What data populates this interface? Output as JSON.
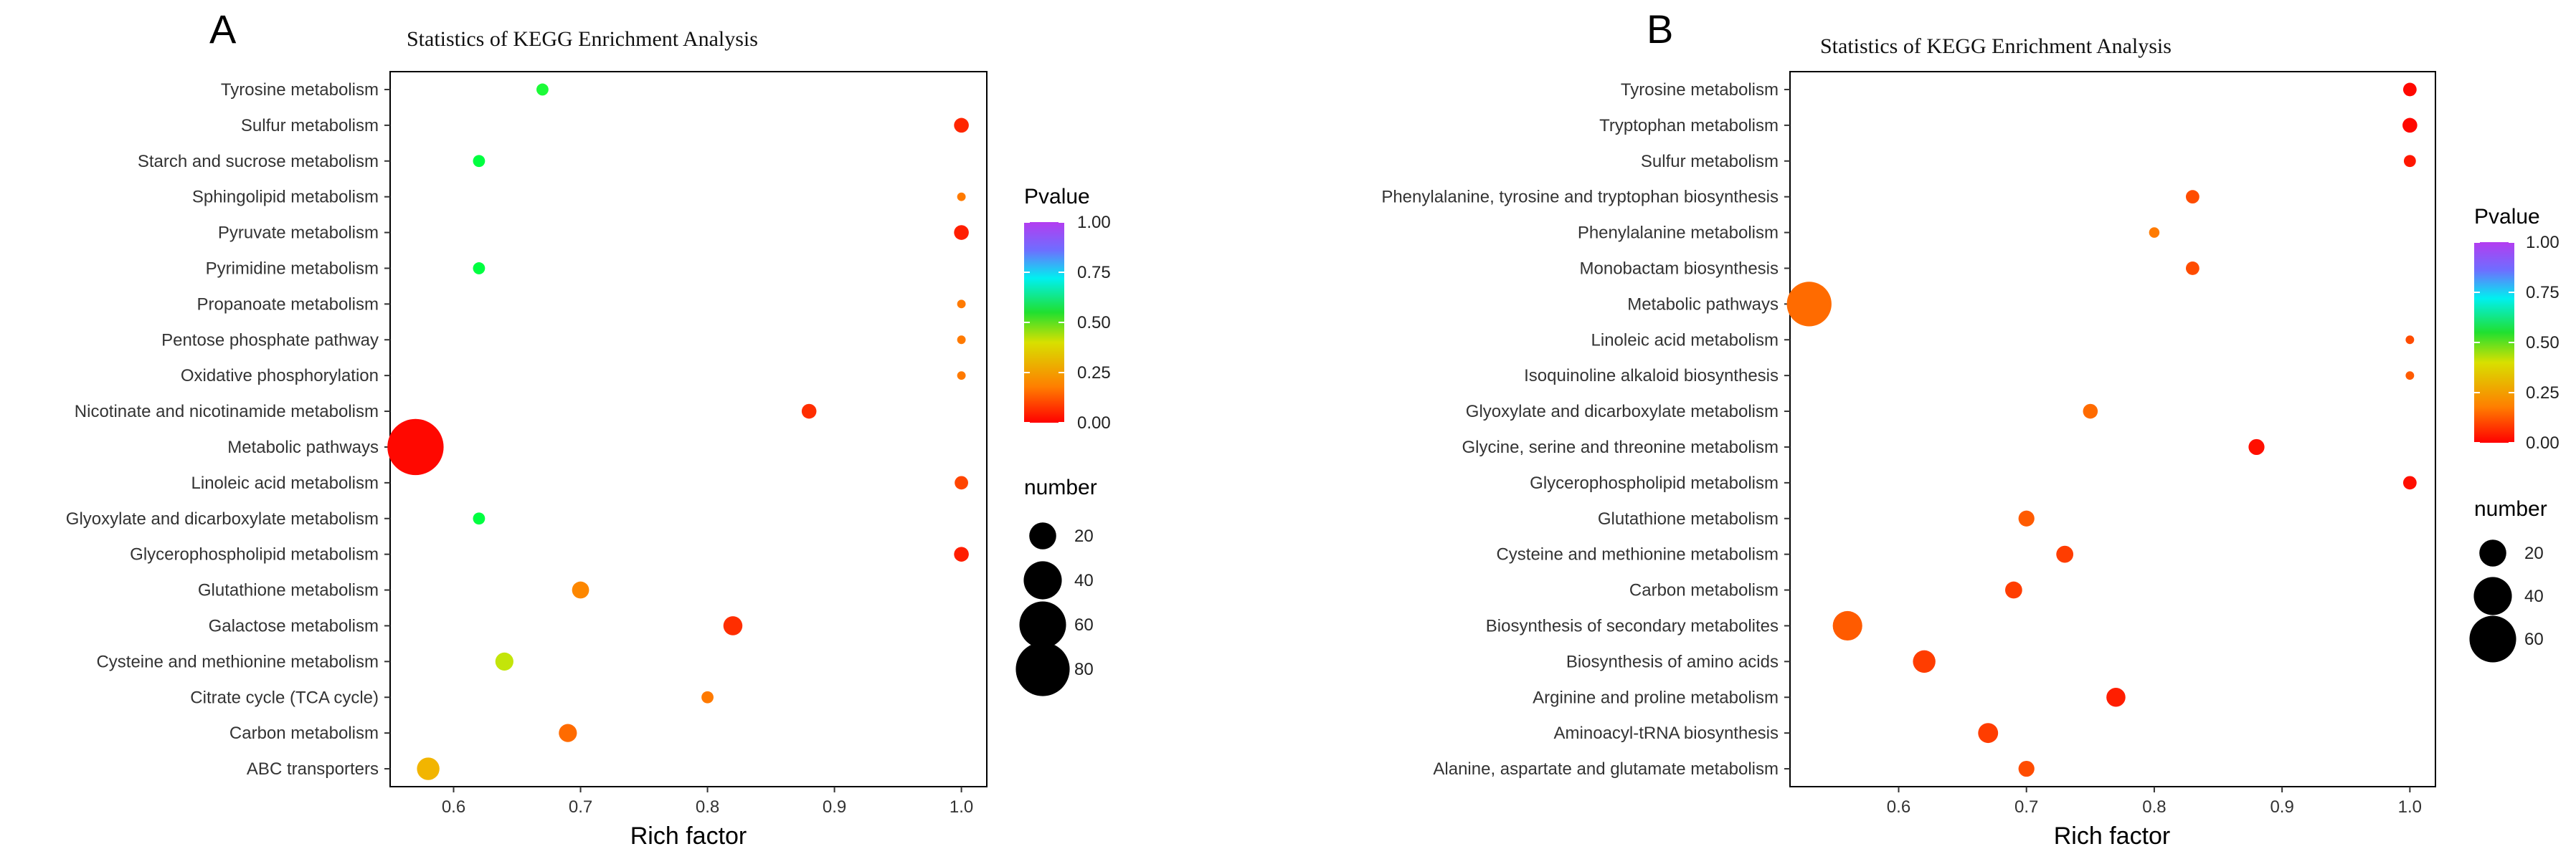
{
  "panel_labels": [
    "A",
    "B"
  ],
  "legend": {
    "pvalue_title": "Pvalue",
    "pvalue_ticks": [
      "1.00",
      "0.75",
      "0.50",
      "0.25",
      "0.00"
    ],
    "number_title": "number"
  },
  "chart_data": [
    {
      "type": "scatter",
      "title": "Statistics of KEGG Enrichment Analysis",
      "xlabel": "Rich factor",
      "ylabel": "",
      "xlim": [
        0.55,
        1.02
      ],
      "xticks": [
        "0.6",
        "0.7",
        "0.8",
        "0.9",
        "1.0"
      ],
      "grid": false,
      "color_scale": [
        "#FF0000",
        "#FF7F00",
        "#E8E000",
        "#00FF40",
        "#00FFFF",
        "#6E6EFF",
        "#B43CF0"
      ],
      "size_legend": [
        20,
        40,
        60,
        80
      ],
      "categories": [
        "Tyrosine metabolism",
        "Sulfur metabolism",
        "Starch and sucrose metabolism",
        "Sphingolipid metabolism",
        "Pyruvate metabolism",
        "Pyrimidine metabolism",
        "Propanoate metabolism",
        "Pentose phosphate pathway",
        "Oxidative phosphorylation",
        "Nicotinate and nicotinamide metabolism",
        "Metabolic pathways",
        "Linoleic acid metabolism",
        "Glyoxylate and dicarboxylate metabolism",
        "Glycerophospholipid metabolism",
        "Glutathione metabolism",
        "Galactose metabolism",
        "Cysteine and methionine metabolism",
        "Citrate cycle (TCA cycle)",
        "Carbon metabolism",
        "ABC transporters"
      ],
      "rich_factor": [
        0.67,
        1.0,
        0.62,
        1.0,
        1.0,
        0.62,
        1.0,
        1.0,
        1.0,
        0.88,
        0.57,
        1.0,
        0.62,
        1.0,
        0.7,
        0.82,
        0.64,
        0.8,
        0.69,
        0.58
      ],
      "pvalue": [
        0.48,
        0.05,
        0.5,
        0.16,
        0.04,
        0.5,
        0.16,
        0.16,
        0.16,
        0.06,
        0.01,
        0.09,
        0.5,
        0.04,
        0.18,
        0.06,
        0.36,
        0.16,
        0.14,
        0.26
      ],
      "number": [
        4,
        6,
        4,
        2,
        6,
        4,
        2,
        2,
        2,
        6,
        87,
        5,
        4,
        6,
        8,
        10,
        9,
        4,
        9,
        14
      ]
    },
    {
      "type": "scatter",
      "title": "Statistics of KEGG Enrichment Analysis",
      "xlabel": "Rich factor",
      "ylabel": "",
      "xlim": [
        0.515,
        1.02
      ],
      "xticks": [
        "0.6",
        "0.7",
        "0.8",
        "0.9",
        "1.0"
      ],
      "grid": false,
      "color_scale": [
        "#FF0000",
        "#FF7F00",
        "#E8E000",
        "#00FF40",
        "#00FFFF",
        "#6E6EFF",
        "#B43CF0"
      ],
      "size_legend": [
        20,
        40,
        60
      ],
      "categories": [
        "Tyrosine metabolism",
        "Tryptophan metabolism",
        "Sulfur metabolism",
        "Phenylalanine, tyrosine and tryptophan biosynthesis",
        "Phenylalanine metabolism",
        "Monobactam biosynthesis",
        "Metabolic pathways",
        "Linoleic acid metabolism",
        "Isoquinoline alkaloid biosynthesis",
        "Glyoxylate and dicarboxylate metabolism",
        "Glycine, serine and threonine metabolism",
        "Glycerophospholipid metabolism",
        "Glutathione metabolism",
        "Cysteine and methionine metabolism",
        "Carbon metabolism",
        "Biosynthesis of secondary metabolites",
        "Biosynthesis of amino acids",
        "Arginine and proline metabolism",
        "Aminoacyl-tRNA biosynthesis",
        "Alanine, aspartate and glutamate metabolism"
      ],
      "rich_factor": [
        1.0,
        1.0,
        1.0,
        0.83,
        0.8,
        0.83,
        0.53,
        1.0,
        1.0,
        0.75,
        0.88,
        1.0,
        0.7,
        0.73,
        0.69,
        0.56,
        0.62,
        0.77,
        0.67,
        0.7
      ],
      "pvalue": [
        0.01,
        0.01,
        0.03,
        0.1,
        0.16,
        0.1,
        0.14,
        0.1,
        0.12,
        0.14,
        0.02,
        0.02,
        0.12,
        0.08,
        0.08,
        0.12,
        0.08,
        0.04,
        0.08,
        0.1
      ],
      "number": [
        5,
        6,
        4,
        5,
        3,
        5,
        55,
        2,
        2,
        6,
        7,
        5,
        7,
        8,
        8,
        24,
        14,
        10,
        11,
        7
      ]
    }
  ]
}
